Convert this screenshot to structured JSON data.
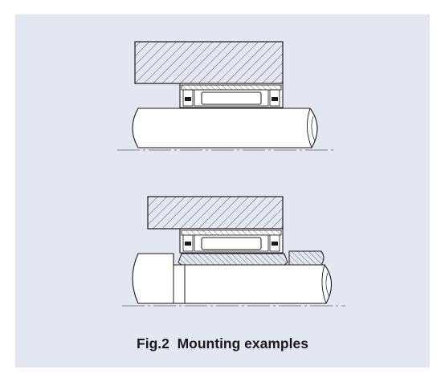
{
  "figure": {
    "caption": "Fig.2  Mounting examples"
  },
  "colors": {
    "panel": "#e3e7f2",
    "line": "#1a1a1a",
    "metal": "#ffffff"
  },
  "drawings": [
    {
      "name": "mounting-example-shaft",
      "parts": [
        "housing",
        "bearing",
        "shaft"
      ]
    },
    {
      "name": "mounting-example-inner-ring",
      "parts": [
        "housing",
        "bearing",
        "inner-ring",
        "shaft",
        "spacer-collar"
      ]
    }
  ]
}
